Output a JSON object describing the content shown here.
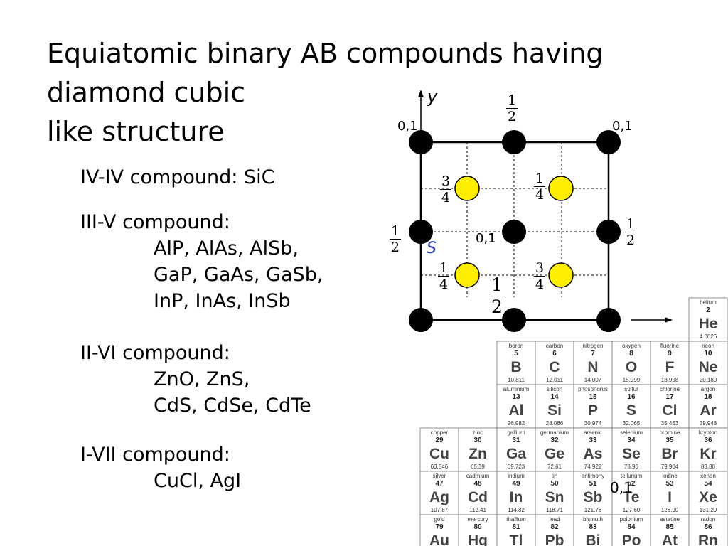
{
  "title": {
    "line1": "Equiatomic binary AB compounds having",
    "line2": "diamond cubic",
    "line3": "like structure"
  },
  "compounds": {
    "iv_iv": "IV-IV compound: SiC",
    "iii_v_head": "III-V compound:",
    "iii_v_lines": [
      "AlP, AlAs, AlSb,",
      "GaP, GaAs, GaSb,",
      "InP, InAs, InSb"
    ],
    "ii_vi_head": "II-VI compound:",
    "ii_vi_lines": [
      "ZnO, ZnS,",
      "CdS, CdSe, CdTe"
    ],
    "i_vii_head": "I-VII compound:",
    "i_vii_lines": [
      "CuCl, AgI"
    ]
  },
  "diagram": {
    "axis_label": "y",
    "s_label": "S",
    "corner_label": "0,1",
    "fractions": [
      {
        "num": "1",
        "den": "2"
      },
      {
        "num": "3",
        "den": "4"
      },
      {
        "num": "1",
        "den": "4"
      },
      {
        "num": "1",
        "den": "2"
      },
      {
        "num": "1",
        "den": "2"
      },
      {
        "num": "1",
        "den": "4"
      },
      {
        "num": "3",
        "den": "4"
      },
      {
        "num": "1",
        "den": "2"
      }
    ],
    "colors": {
      "atom_a": "#000000",
      "atom_b": "#ffee00",
      "s_label": "#2a3aa8"
    }
  },
  "periodic_table": {
    "elements": [
      {
        "name": "helium",
        "num": "2",
        "sym": "He",
        "mass": "4.0026"
      },
      {
        "name": "boron",
        "num": "5",
        "sym": "B",
        "mass": "10.811"
      },
      {
        "name": "carbon",
        "num": "6",
        "sym": "C",
        "mass": "12.011"
      },
      {
        "name": "nitrogen",
        "num": "7",
        "sym": "N",
        "mass": "14.007"
      },
      {
        "name": "oxygen",
        "num": "8",
        "sym": "O",
        "mass": "15.999"
      },
      {
        "name": "fluorine",
        "num": "9",
        "sym": "F",
        "mass": "18.998"
      },
      {
        "name": "neon",
        "num": "10",
        "sym": "Ne",
        "mass": "20.180"
      },
      {
        "name": "aluminium",
        "num": "13",
        "sym": "Al",
        "mass": "26.982"
      },
      {
        "name": "silicon",
        "num": "14",
        "sym": "Si",
        "mass": "28.086"
      },
      {
        "name": "phosphorus",
        "num": "15",
        "sym": "P",
        "mass": "30.974"
      },
      {
        "name": "sulfur",
        "num": "16",
        "sym": "S",
        "mass": "32.065"
      },
      {
        "name": "chlorine",
        "num": "17",
        "sym": "Cl",
        "mass": "35.453"
      },
      {
        "name": "argon",
        "num": "18",
        "sym": "Ar",
        "mass": "39.948"
      },
      {
        "name": "copper",
        "num": "29",
        "sym": "Cu",
        "mass": "63.546"
      },
      {
        "name": "zinc",
        "num": "30",
        "sym": "Zn",
        "mass": "65.39"
      },
      {
        "name": "gallium",
        "num": "31",
        "sym": "Ga",
        "mass": "69.723"
      },
      {
        "name": "germanium",
        "num": "32",
        "sym": "Ge",
        "mass": "72.61"
      },
      {
        "name": "arsenic",
        "num": "33",
        "sym": "As",
        "mass": "74.922"
      },
      {
        "name": "selenium",
        "num": "34",
        "sym": "Se",
        "mass": "78.96"
      },
      {
        "name": "bromine",
        "num": "35",
        "sym": "Br",
        "mass": "79.904"
      },
      {
        "name": "krypton",
        "num": "36",
        "sym": "Kr",
        "mass": "83.80"
      },
      {
        "name": "silver",
        "num": "47",
        "sym": "Ag",
        "mass": "107.87"
      },
      {
        "name": "cadmium",
        "num": "48",
        "sym": "Cd",
        "mass": "112.41"
      },
      {
        "name": "indium",
        "num": "49",
        "sym": "In",
        "mass": "114.82"
      },
      {
        "name": "tin",
        "num": "50",
        "sym": "Sn",
        "mass": "118.71"
      },
      {
        "name": "antimony",
        "num": "51",
        "sym": "Sb",
        "mass": "121.76"
      },
      {
        "name": "tellurium",
        "num": "52",
        "sym": "Te",
        "mass": "127.60"
      },
      {
        "name": "iodine",
        "num": "53",
        "sym": "I",
        "mass": "126.90"
      },
      {
        "name": "xenon",
        "num": "54",
        "sym": "Xe",
        "mass": "131.29"
      },
      {
        "name": "gold",
        "num": "79",
        "sym": "Au",
        "mass": ""
      },
      {
        "name": "mercury",
        "num": "80",
        "sym": "Hg",
        "mass": ""
      },
      {
        "name": "thallium",
        "num": "81",
        "sym": "Tl",
        "mass": ""
      },
      {
        "name": "lead",
        "num": "82",
        "sym": "Pb",
        "mass": ""
      },
      {
        "name": "bismuth",
        "num": "83",
        "sym": "Bi",
        "mass": ""
      },
      {
        "name": "polonium",
        "num": "84",
        "sym": "Po",
        "mass": ""
      },
      {
        "name": "astatine",
        "num": "85",
        "sym": "At",
        "mass": ""
      },
      {
        "name": "radon",
        "num": "86",
        "sym": "Rn",
        "mass": ""
      }
    ]
  }
}
